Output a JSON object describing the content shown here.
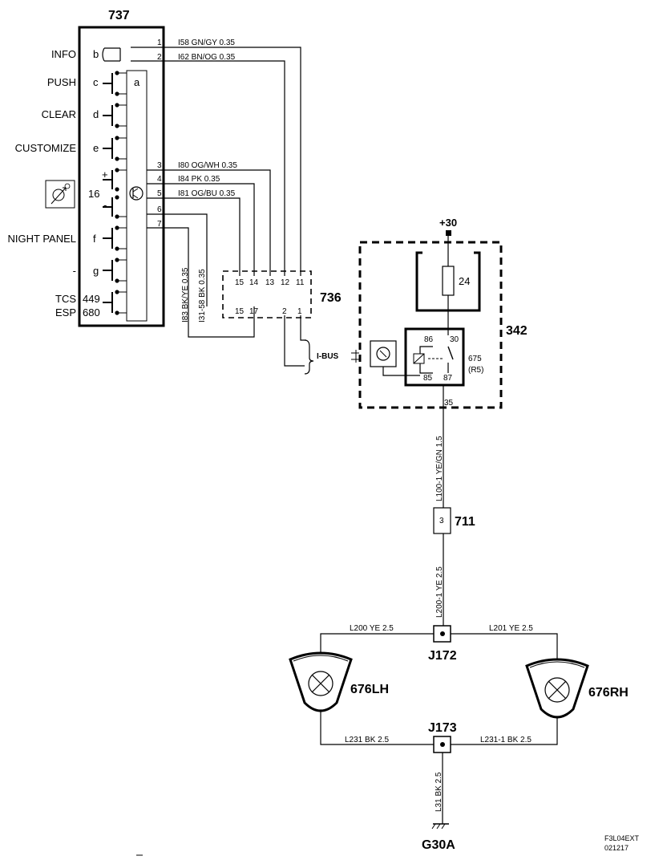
{
  "components": {
    "c737": "737",
    "c736": "736",
    "c342": "342",
    "c711": "711",
    "j172": "J172",
    "j173": "J173",
    "lamp_lh": "676LH",
    "lamp_rh": "676RH",
    "ground": "G30A",
    "relay": "675",
    "relay_sub": "(R5)",
    "fuse": "24",
    "supply": "+30",
    "ibus": "I-BUS",
    "footer_code": "F3L04EXT",
    "footer_date": "021217"
  },
  "switches": [
    {
      "label": "INFO",
      "letter": "b"
    },
    {
      "label": "PUSH",
      "letter": "c"
    },
    {
      "label": "CLEAR",
      "letter": "d"
    },
    {
      "label": "CUSTOMIZE",
      "letter": "e"
    },
    {
      "label": "",
      "letter": "16"
    },
    {
      "label": "NIGHT PANEL",
      "letter": "f"
    },
    {
      "label": "-",
      "letter": "g"
    },
    {
      "label": "TCS",
      "letter": "449"
    },
    {
      "label": "ESP",
      "letter": "680"
    }
  ],
  "inner_label": "a",
  "plus_sign": "+",
  "minus_sign": "-",
  "wires_737": [
    {
      "pin": "1",
      "label": "I58  GN/GY  0.35"
    },
    {
      "pin": "2",
      "label": "I62  BN/OG  0.35"
    },
    {
      "pin": "3",
      "label": "I80  OG/WH  0.35"
    },
    {
      "pin": "4",
      "label": "I84  PK   0.35"
    },
    {
      "pin": "5",
      "label": "I81  OG/BU  0.35"
    },
    {
      "pin": "6",
      "label": ""
    },
    {
      "pin": "7",
      "label": ""
    }
  ],
  "vertical_wires": {
    "i83": "I83  BK/YE  0.35",
    "i31": "I31-58  BK  0.35",
    "l100": "L100-1  YE/GN  1.5",
    "l200_1": "L200-1  YE  2.5",
    "l31": "L31  BK  2.5"
  },
  "pins_736_top": [
    "15",
    "14",
    "13",
    "12",
    "11"
  ],
  "pins_736_bottom": [
    "15",
    "17",
    "2",
    "1"
  ],
  "relay_pins": {
    "p86": "86",
    "p30": "30",
    "p85": "85",
    "p87": "87",
    "out": "35"
  },
  "pin_711": "3",
  "lamp_wires": {
    "l200": "L200  YE  2.5",
    "l201": "L201  YE  2.5",
    "l231": "L231  BK  2.5",
    "l231_1": "L231-1  BK  2.5"
  }
}
